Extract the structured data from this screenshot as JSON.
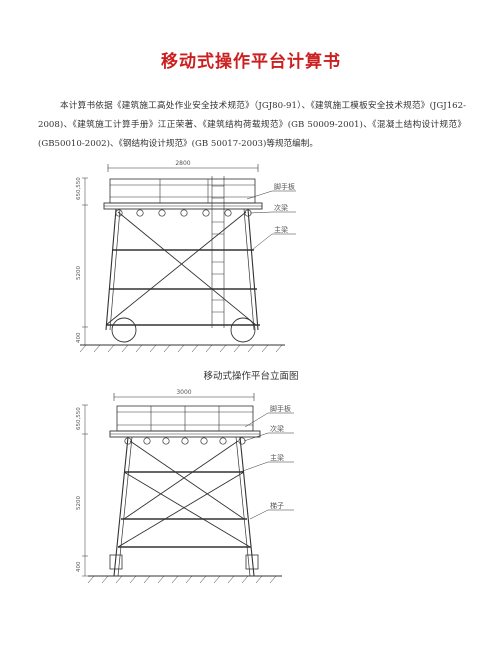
{
  "document": {
    "title": "移动式操作平台计算书",
    "intro": "本计算书依据《建筑施工高处作业安全技术规范》（JGJ80-91）、《建筑施工模板安全技术规范》(JGJ162-2008)、《建筑施工计算手册》江正荣著、《建筑结构荷载规范》(GB 50009-2001)、《混凝土结构设计规范》(GB50010-2002)、《钢结构设计规范》(GB 50017-2003)等规范编制。"
  },
  "figure1": {
    "caption": "移动式操作平台立面图",
    "width_dim": "2800",
    "dim_top": "650,550",
    "dim_mid": "5200",
    "dim_bottom": "400",
    "labels": [
      "脚手板",
      "次梁",
      "主梁"
    ]
  },
  "figure2": {
    "width_dim": "3000",
    "dim_top": "650,550",
    "dim_mid": "5200",
    "dim_bottom": "400",
    "labels": [
      "脚手板",
      "次梁",
      "主梁",
      "梯子"
    ]
  }
}
